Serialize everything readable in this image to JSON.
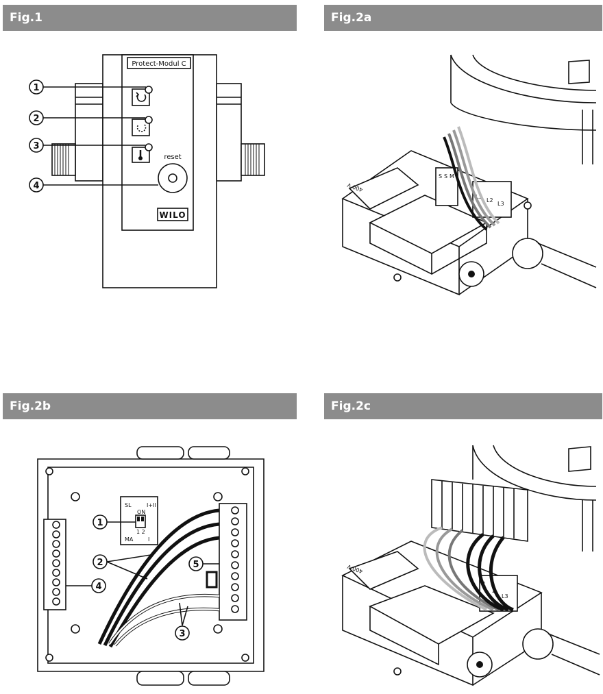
{
  "figures": {
    "fig1": {
      "title": "Fig.1",
      "module_label": "Protect-Modul C",
      "reset_label": "reset",
      "logo": "WILO",
      "callouts": [
        "1",
        "2",
        "3",
        "4"
      ]
    },
    "fig2a": {
      "title": "Fig.2a",
      "terminal_labels": [
        "S",
        "S",
        "M",
        "L1",
        "L2",
        "L3"
      ],
      "plug_label": "400 V"
    },
    "fig2b": {
      "title": "Fig.2b",
      "switch_labels": {
        "sl": "SL",
        "ii": "I+II",
        "on": "ON",
        "one_two": "1 2",
        "ma": "MA",
        "i": "I"
      },
      "callouts": [
        "1",
        "2",
        "3",
        "4",
        "5"
      ]
    },
    "fig2c": {
      "title": "Fig.2c",
      "terminal_labels": [
        "1",
        "2",
        "L3"
      ],
      "plug_label": "400 V"
    }
  }
}
